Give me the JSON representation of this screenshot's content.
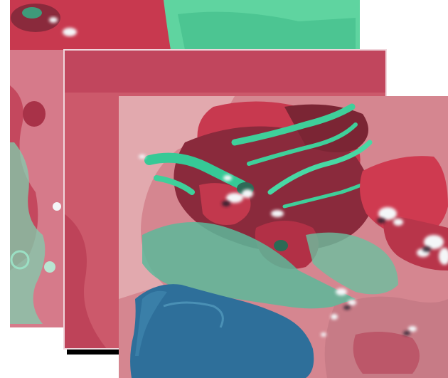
{
  "image": {
    "description_type": "stack of false-color satellite scenes",
    "layers": [
      {
        "name": "back-scene"
      },
      {
        "name": "middle-scene"
      },
      {
        "name": "front-scene"
      }
    ],
    "colors": {
      "vegetation_red": "#c8394f",
      "pink_terrain": "#d67a8a",
      "lava_dark": "#8a2a3c",
      "lava_flow_cyan": "#3fcf9a",
      "water_blue": "#2e6f9a",
      "cloud_white": "#f4f6f8",
      "scene_shadow": "#000000"
    }
  }
}
